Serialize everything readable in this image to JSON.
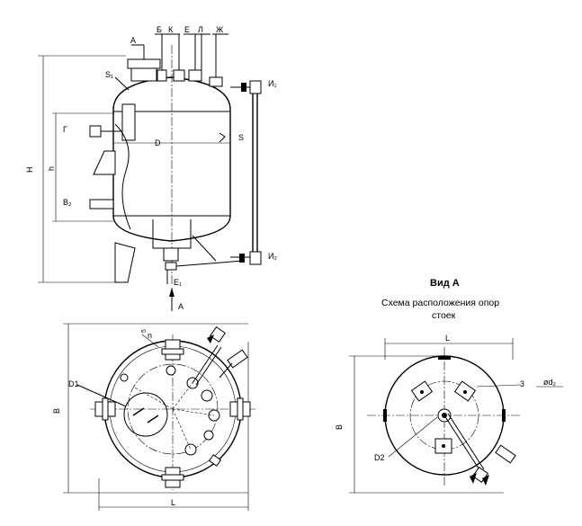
{
  "front_view": {
    "labels": {
      "A_top": "А",
      "B": "Б",
      "K": "К",
      "E": "Е",
      "L": "Л",
      "Zh": "Ж",
      "S1": "S₁",
      "I1": "И₁",
      "G": "Г",
      "D": "D",
      "S": "S",
      "H": "H",
      "h": "h",
      "V2": "В₂",
      "I2": "И₂",
      "E1": "Е₁",
      "A_bottom": "А"
    }
  },
  "top_view": {
    "labels": {
      "D1": "D1",
      "n": "n",
      "B": "В",
      "L": "L",
      "k": "5"
    }
  },
  "view_a": {
    "title": "Вид А",
    "caption_line1": "Схема расположения опор",
    "caption_line2": "стоек",
    "labels": {
      "L": "L",
      "B": "В",
      "three": "3",
      "d2": "ød₂",
      "D2": "D2"
    }
  }
}
